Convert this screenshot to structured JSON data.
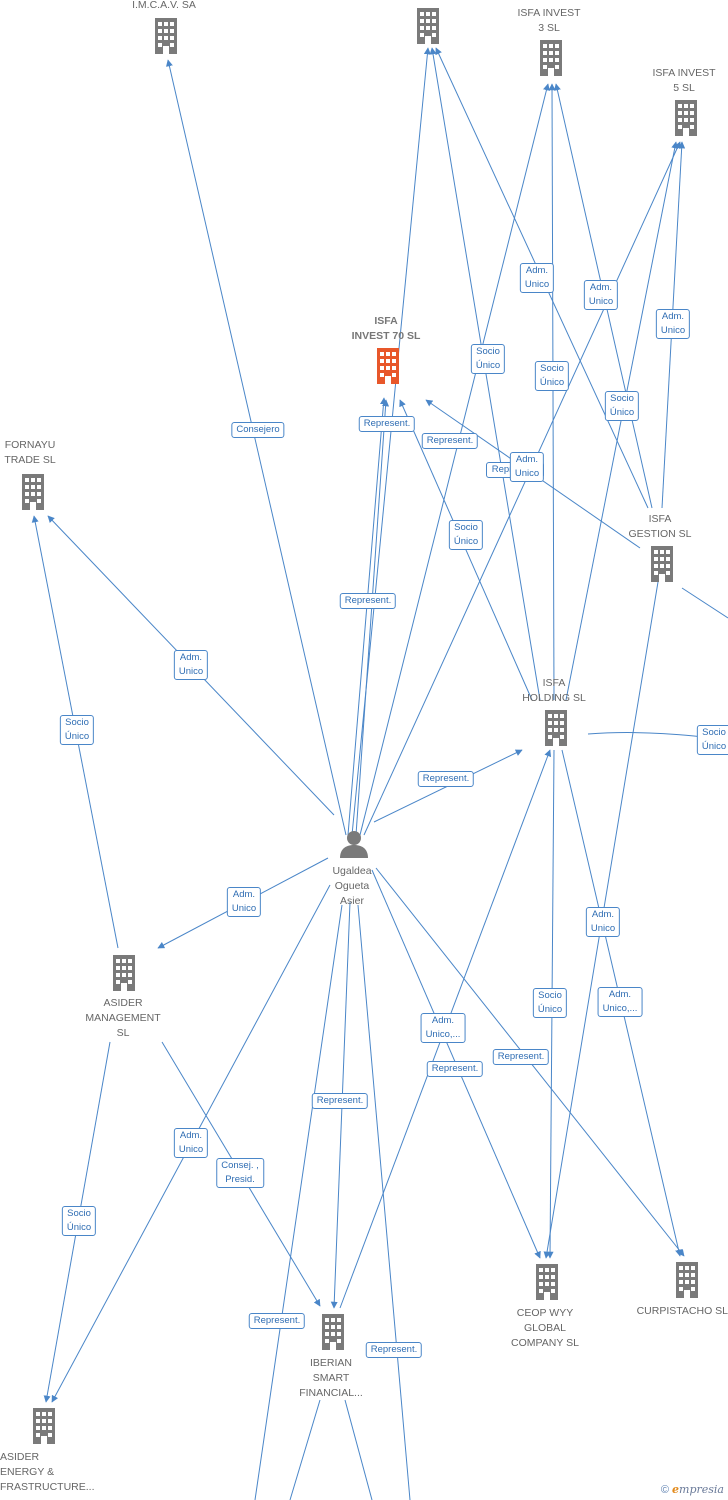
{
  "nodes": {
    "imcav": {
      "label": "I.M.C.A.V. SA",
      "type": "company"
    },
    "top_unnamed": {
      "label": "",
      "type": "company"
    },
    "isfa3": {
      "label": "ISFA INVEST\n3  SL",
      "type": "company"
    },
    "isfa5": {
      "label": "ISFA INVEST\n5  SL",
      "type": "company"
    },
    "isfa70": {
      "label": "ISFA\nINVEST 70  SL",
      "type": "company-focal"
    },
    "fornayu": {
      "label": "FORNAYU\nTRADE  SL",
      "type": "company"
    },
    "gestion": {
      "label": "ISFA\nGESTION  SL",
      "type": "company"
    },
    "holding": {
      "label": "ISFA\nHOLDING  SL",
      "type": "company"
    },
    "person": {
      "label": "Ugaldea\nOgueta\nAsier",
      "type": "person"
    },
    "asider_mgmt": {
      "label": "ASIDER\nMANAGEMENT\nSL",
      "type": "company"
    },
    "ceop": {
      "label": "CEOP WYY\nGLOBAL\nCOMPANY SL",
      "type": "company"
    },
    "curpistacho": {
      "label": "CURPISTACHO SL",
      "type": "company"
    },
    "iberian": {
      "label": "IBERIAN\nSMART\nFINANCIAL...",
      "type": "company"
    },
    "asider_energy": {
      "label": "ASIDER\nENERGY &\nFRASTRUCTURE...",
      "type": "company"
    }
  },
  "edge_labels": {
    "consejero": "Consejero",
    "adm_unico_fornayu": "Adm.\nUnico",
    "socio_unico_fornayu": "Socio\nÚnico",
    "represent_70a": "Represent.",
    "represent_70b": "Represent.",
    "represent_70c": "Represent.",
    "represent_70d": "Represent.",
    "socio_unico_a": "Socio\nÚnico",
    "adm_unico_a": "Adm.\nUnico",
    "socio_unico_b": "Socio\nÚnico",
    "adm_unico_b": "Adm.\nUnico",
    "adm_unico_c": "Adm.\nUnico",
    "socio_unico_c": "Socio\nÚnico",
    "adm_unico_d": "Adm.\nUnico",
    "socio_unico_d": "Socio\nÚnico",
    "socio_unico_e": "Socio\nÚnico",
    "represent_holding": "Represent.",
    "adm_unico_mgmt": "Adm.\nUnico",
    "adm_unico_e": "Adm.\nUnico",
    "socio_unico_f": "Socio\nÚnico",
    "adm_unico_f": "Adm.\nUnico,...",
    "adm_unico_g": "Adm.\nUnico,...",
    "represent_e": "Represent.",
    "represent_f": "Represent.",
    "represent_g": "Represent.",
    "adm_unico_h": "Adm.\nUnico",
    "consej_presid": "Consej. ,\nPresid.",
    "socio_unico_g": "Socio\nÚnico",
    "represent_h": "Represent.",
    "represent_i": "Represent."
  },
  "copyright": {
    "symbol": "©",
    "brand_e": "e",
    "brand_rest": "mpresia"
  },
  "colors": {
    "edge": "#4a86c8",
    "node": "#7a7a7a",
    "focal": "#e8572a"
  }
}
